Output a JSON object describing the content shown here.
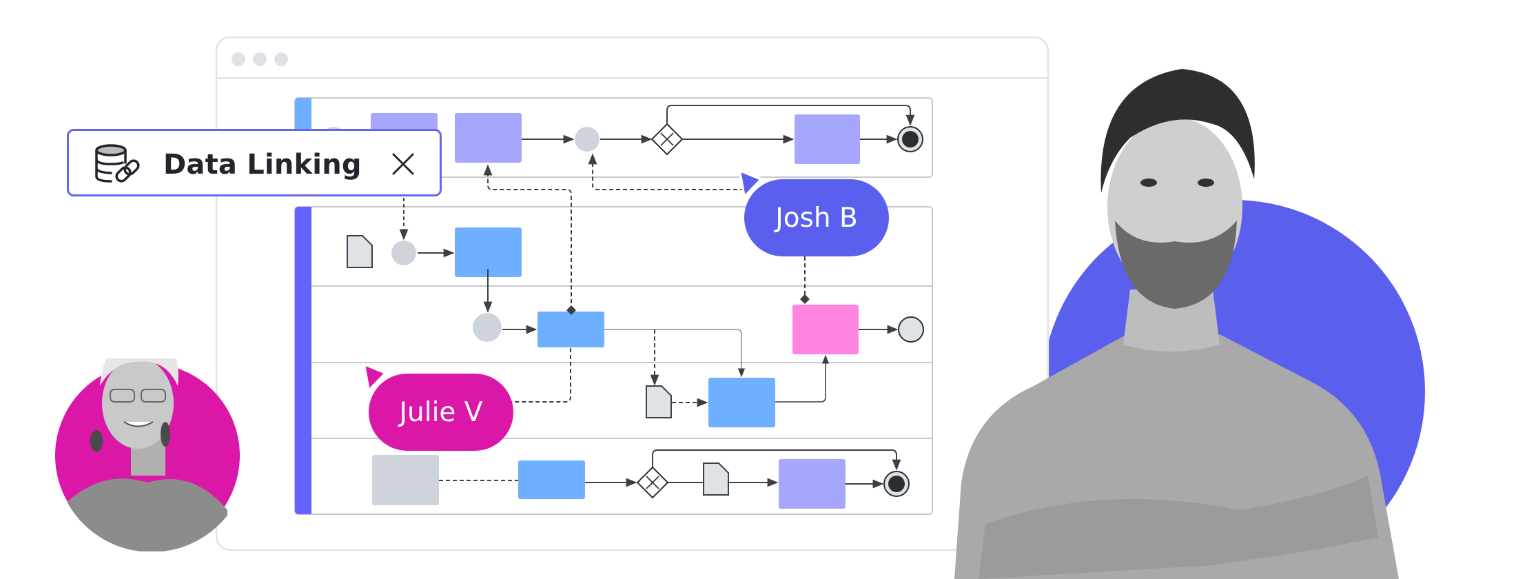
{
  "card": {
    "title": "Data Linking",
    "icon": "database-link-icon",
    "close_icon": "close-icon",
    "border_color": "#6466f1"
  },
  "collaborators": [
    {
      "name": "Josh B",
      "color": "#5b5fee"
    },
    {
      "name": "Julie V",
      "color": "#db17a8"
    }
  ],
  "window": {
    "controls": [
      "window-dot",
      "window-dot",
      "window-dot"
    ]
  },
  "diagram": {
    "type": "BPMN swimlane process",
    "pools": [
      {
        "name": "pool-top",
        "stripe_color": "#6eb0ff",
        "lanes": 1
      },
      {
        "name": "pool-main",
        "stripe_color": "#6262ff",
        "lanes": 4
      }
    ],
    "colors": {
      "task_purple": "#a6a6fd",
      "task_blue": "#6eb0ff",
      "task_pink": "#ff85e0",
      "task_gray": "#cfd4db",
      "event_gray": "#cfd4db",
      "connector": "#3b3f46"
    }
  },
  "people": [
    {
      "role": "woman-portrait",
      "backdrop_color": "#db17a8"
    },
    {
      "role": "man-portrait",
      "backdrop_color": "#5b5fee"
    }
  ]
}
